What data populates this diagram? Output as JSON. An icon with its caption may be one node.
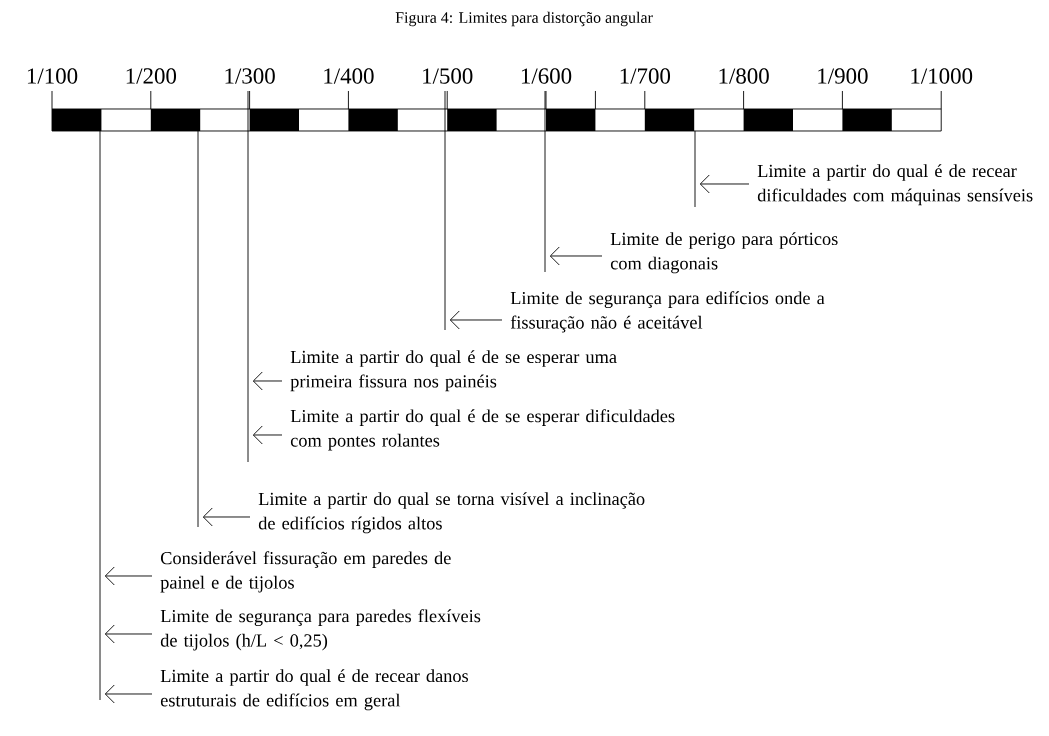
{
  "diagram": {
    "title": "Figura 4: Limites para distorção angular",
    "nodes": [
      {
        "text": [
          "Limite a partir do qual é de recear dificuldades com máquinas sensíveis"
        ]
      },
      {
        "text": [
          "Limite de perigo para pórticos com diagonais"
        ]
      },
      {
        "text": [
          "Limite de segurança para edifícios onde a fissuração não é aceitável"
        ]
      },
      {
        "text": [
          "Limite a partir do qual é de se esperar uma primeira fissura nos painéis"
        ]
      },
      {
        "text": [
          "Limite a partir do qual é de se esperar dificuldades com pontes rolantes"
        ]
      },
      {
        "text": [
          "Limite a partir do qual se torna visível a inclinação de edifícios rígidos altos"
        ]
      },
      {
        "text": [
          "Considerável fissuração em paredes de painel e de tijolos"
        ]
      },
      {
        "text": [
          "Limite de segurança para paredes flexíveis de tijolos (h/L < 0,25)"
        ]
      },
      {
        "text": [
          "Limite a partir do qual é de recear danos estruturais de edifícios em geral"
        ]
      },
      {
        "text": [],
        "shape": "line"
      },
      {
        "text": [],
        "shape": "line"
      },
      {
        "text": [],
        "shape": "line"
      },
      {
        "text": [],
        "shape": "line"
      },
      {
        "text": [],
        "shape": "line"
      },
      {
        "text": [],
        "shape": "line"
      }
    ],
    "edges": [
      {
        "from": 0,
        "to": 14,
        "arrow": "to"
      },
      {
        "from": 1,
        "to": 13,
        "arrow": "to"
      },
      {
        "from": 2,
        "to": 12,
        "arrow": "to"
      },
      {
        "from": 3,
        "to": 11,
        "arrow": "to"
      },
      {
        "from": 4,
        "to": 11,
        "arrow": "to"
      },
      {
        "from": 5,
        "to": 10,
        "arrow": "to"
      },
      {
        "from": 6,
        "to": 9,
        "arrow": "to"
      },
      {
        "from": 7,
        "to": 9,
        "arrow": "to"
      },
      {
        "from": 8,
        "to": 9,
        "arrow": "to"
      }
    ],
    "labels": [
      "1/100",
      "1/200",
      "1/300",
      "1/400",
      "1/500",
      "1/600",
      "1/700",
      "1/800",
      "1/900",
      "1/1000"
    ]
  }
}
